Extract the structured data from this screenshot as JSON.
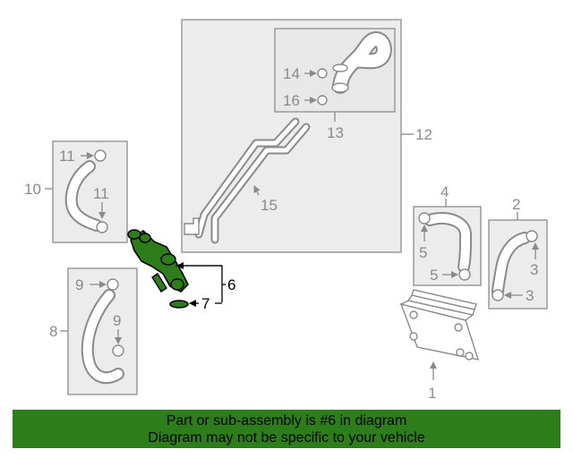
{
  "diagram": {
    "highlight_color": "#2e7d1b",
    "callouts": {
      "c1": "1",
      "c2": "2",
      "c3a": "3",
      "c3b": "3",
      "c4": "4",
      "c5a": "5",
      "c5b": "5",
      "c6": "6",
      "c7": "7",
      "c8": "8",
      "c9a": "9",
      "c9b": "9",
      "c10": "10",
      "c11a": "11",
      "c11b": "11",
      "c12": "12",
      "c13": "13",
      "c14": "14",
      "c15": "15",
      "c16": "16"
    }
  },
  "banner": {
    "line1": "Part or sub-assembly is #6 in diagram",
    "line2": "Diagram may not be specific to your vehicle"
  }
}
